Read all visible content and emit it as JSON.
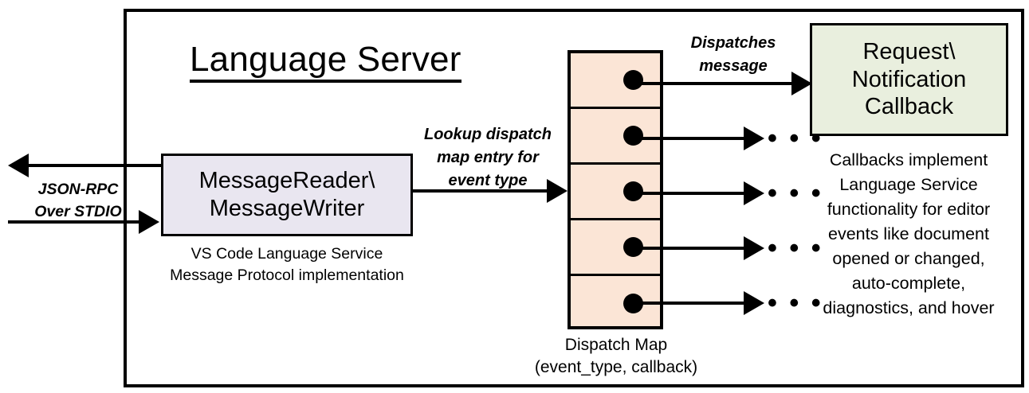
{
  "diagram": {
    "title": "Language Server",
    "outer_box_name": "language-server-boundary"
  },
  "transport": {
    "label_line1": "JSON-RPC",
    "label_line2": "Over STDIO",
    "outbound_arrow": "arrow-left-outbound",
    "inbound_arrow": "arrow-right-inbound"
  },
  "message_io": {
    "title_line1": "MessageReader\\",
    "title_line2": "MessageWriter",
    "caption_line1": "VS Code Language Service",
    "caption_line2": "Message Protocol implementation",
    "fill_color": "#E9E6F0"
  },
  "lookup_arrow": {
    "label_line1": "Lookup dispatch",
    "label_line2": "map entry for",
    "label_line3": "event type"
  },
  "dispatch_map": {
    "caption_line1": "Dispatch Map",
    "caption_line2": "(event_type, callback)",
    "fill_color": "#FBE5D6",
    "rows": [
      {
        "index": 1,
        "has_dot": true
      },
      {
        "index": 2,
        "has_dot": true
      },
      {
        "index": 3,
        "has_dot": true
      },
      {
        "index": 4,
        "has_dot": true
      },
      {
        "index": 5,
        "has_dot": true
      }
    ]
  },
  "dispatch_arrow": {
    "label_line1": "Dispatches",
    "label_line2": "message"
  },
  "callback": {
    "title_line1": "Request\\",
    "title_line2": "Notification",
    "title_line3": "Callback",
    "fill_color": "#E9EFDE",
    "caption_line1": "Callbacks implement",
    "caption_line2": "Language Service",
    "caption_line3": "functionality for editor",
    "caption_line4": "events like document",
    "caption_line5": "opened or changed,",
    "caption_line6": "auto-complete,",
    "caption_line7": "diagnostics, and hover"
  },
  "ellipses": {
    "glyph": "• • •"
  }
}
